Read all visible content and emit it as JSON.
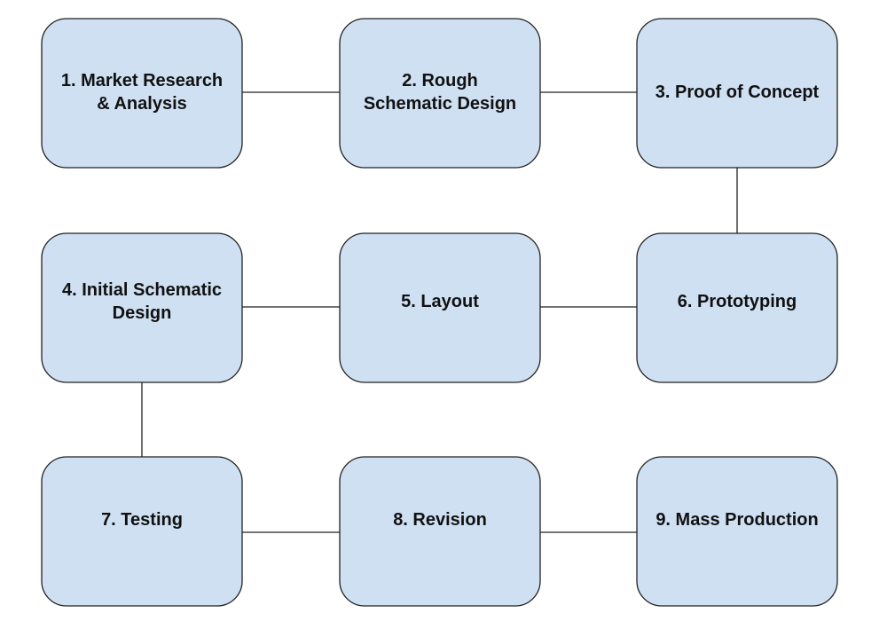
{
  "diagram": {
    "type": "flowchart",
    "colors": {
      "node_fill": "#cfe0f3",
      "node_border": "#222222",
      "edge": "#222222",
      "text": "#111111",
      "background": "#ffffff"
    },
    "nodes": [
      {
        "id": "n1",
        "row": 0,
        "col": 0,
        "lines": [
          "1. Market Research",
          "& Analysis"
        ]
      },
      {
        "id": "n2",
        "row": 0,
        "col": 1,
        "lines": [
          "2. Rough",
          "Schematic Design"
        ]
      },
      {
        "id": "n3",
        "row": 0,
        "col": 2,
        "lines": [
          "3. Proof of Concept"
        ]
      },
      {
        "id": "n4",
        "row": 1,
        "col": 0,
        "lines": [
          "4. Initial Schematic",
          "Design"
        ]
      },
      {
        "id": "n5",
        "row": 1,
        "col": 1,
        "lines": [
          "5. Layout"
        ]
      },
      {
        "id": "n6",
        "row": 1,
        "col": 2,
        "lines": [
          "6. Prototyping"
        ]
      },
      {
        "id": "n7",
        "row": 2,
        "col": 0,
        "lines": [
          "7. Testing"
        ]
      },
      {
        "id": "n8",
        "row": 2,
        "col": 1,
        "lines": [
          "8. Revision"
        ]
      },
      {
        "id": "n9",
        "row": 2,
        "col": 2,
        "lines": [
          "9. Mass Production"
        ]
      }
    ],
    "edges": [
      {
        "from": "n1",
        "to": "n2"
      },
      {
        "from": "n2",
        "to": "n3"
      },
      {
        "from": "n3",
        "to": "n6"
      },
      {
        "from": "n4",
        "to": "n5"
      },
      {
        "from": "n5",
        "to": "n6"
      },
      {
        "from": "n4",
        "to": "n7"
      },
      {
        "from": "n7",
        "to": "n8"
      },
      {
        "from": "n8",
        "to": "n9"
      }
    ]
  }
}
